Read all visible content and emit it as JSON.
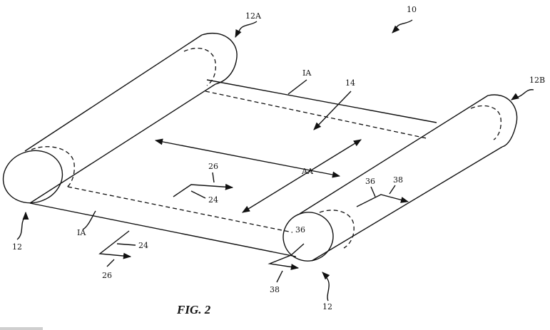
{
  "labels": {
    "ref_10": "10",
    "ref_12A": "12A",
    "ref_12B": "12B",
    "ref_14": "14",
    "ref_IA_top": "IA",
    "ref_IA_bottom": "IA",
    "ref_AA": "AA",
    "ref_26_center": "26",
    "ref_24_center": "24",
    "ref_24_bottom": "24",
    "ref_26_bottom": "26",
    "ref_12_left": "12",
    "ref_12_right": "12",
    "ref_36_upper": "36",
    "ref_38_upper": "38",
    "ref_36_lower": "36",
    "ref_38_lower": "38",
    "figure_caption": "FIG. 2"
  },
  "colors": {
    "ink": "#111111",
    "paper": "#ffffff"
  }
}
